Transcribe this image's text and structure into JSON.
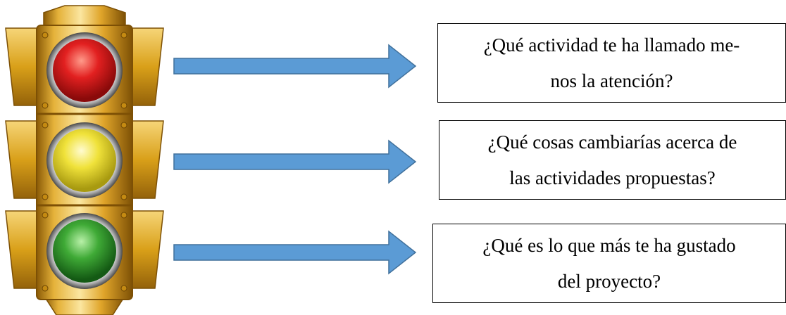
{
  "colors": {
    "housing_gold": "#d9a019",
    "housing_dark": "#8a5a06",
    "light_red": "#e22020",
    "light_yellow": "#f0e23a",
    "light_green": "#3faa36",
    "arrow_fill": "#5b9bd5",
    "arrow_stroke": "#41719c"
  },
  "icons": [
    "traffic-light-icon",
    "arrow-right-icon"
  ],
  "questions": [
    {
      "light": "red",
      "line1": "¿Qué actividad te ha llamado me-",
      "line2": "nos la atención?"
    },
    {
      "light": "yellow",
      "line1": "¿Qué cosas cambiarías acerca de",
      "line2": "las actividades propuestas?"
    },
    {
      "light": "green",
      "line1": "¿Qué es lo que más te ha gustado",
      "line2": "del proyecto?"
    }
  ]
}
